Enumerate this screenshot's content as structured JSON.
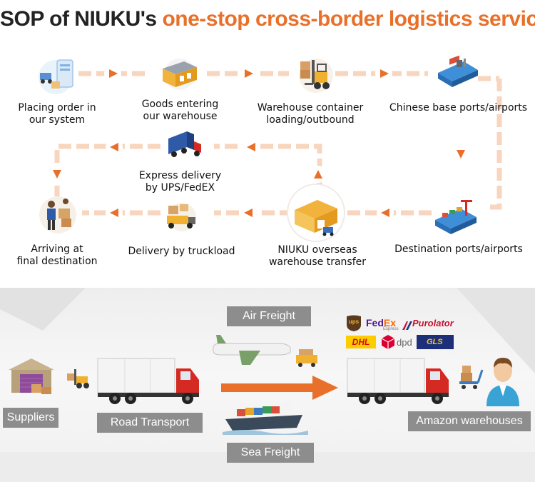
{
  "title": {
    "part1": "SOP of NIUKU's",
    "part2": "one-stop cross-border logistics service"
  },
  "steps": {
    "placing_order": "Placing order in\nour system",
    "goods_entering": "Goods entering\nour warehouse",
    "warehouse_loading": "Warehouse container\nloading/outbound",
    "chinese_ports": "Chinese base ports/airports",
    "destination_ports": "Destination ports/airports",
    "overseas_transfer": "NIUKU overseas\nwarehouse transfer",
    "truckload": "Delivery by truckload",
    "arriving": "Arriving at\nfinal destination",
    "express": "Express delivery\nby UPS/FedEX"
  },
  "lower": {
    "suppliers": "Suppliers",
    "road_transport": "Road Transport",
    "air_freight": "Air Freight",
    "sea_freight": "Sea Freight",
    "amazon_warehouses": "Amazon warehouses"
  },
  "carriers": {
    "ups": "ups",
    "fedex_fed": "Fed",
    "fedex_ex": "Ex",
    "fedex_sub": "Express",
    "purolator": "Purolator",
    "dhl": "DHL",
    "dpd": "dpd",
    "gls": "GLS"
  },
  "colors": {
    "accent": "#e8702a",
    "path": "#f7d0b6",
    "tag": "#8d8d8d",
    "truck_red": "#d42a23"
  }
}
